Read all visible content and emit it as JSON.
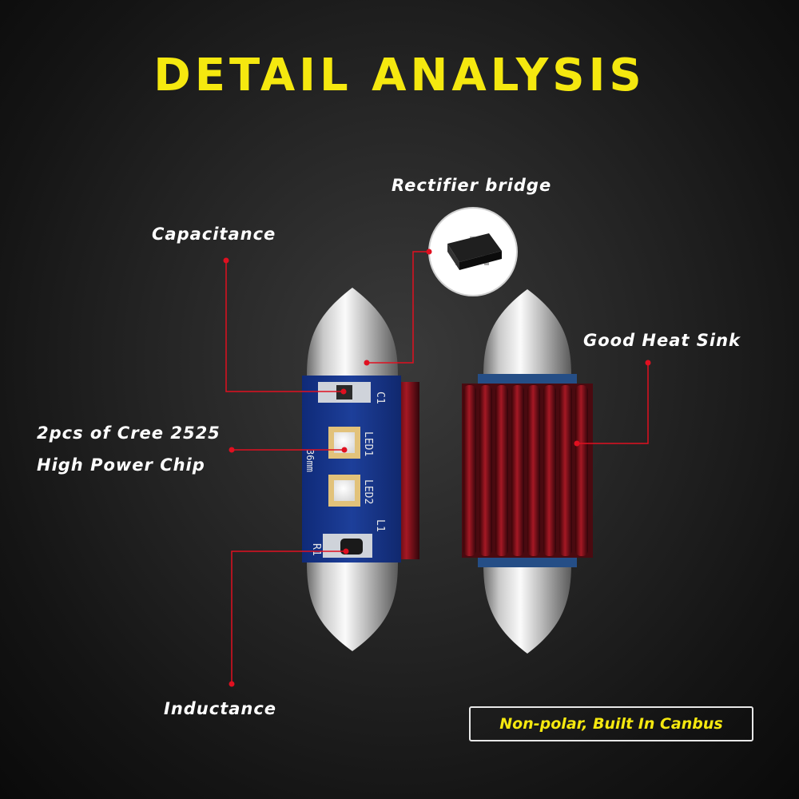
{
  "title": "DETAIL ANALYSIS",
  "labels": {
    "rectifier": "Rectifier bridge",
    "capacitance": "Capacitance",
    "heat_sink": "Good Heat Sink",
    "chip_line1": "2pcs of Cree 2525",
    "chip_line2": "High Power Chip",
    "inductance": "Inductance"
  },
  "pcb_markings": {
    "c1": "C1",
    "led1": "LED1",
    "led2": "LED2",
    "size": "36mm",
    "l1": "L1",
    "r1": "R1"
  },
  "badge": "Non-polar, Built In Canbus",
  "colors": {
    "title": "#f5e80f",
    "callout_line": "#e01020",
    "badge_text": "#f5e80f"
  }
}
